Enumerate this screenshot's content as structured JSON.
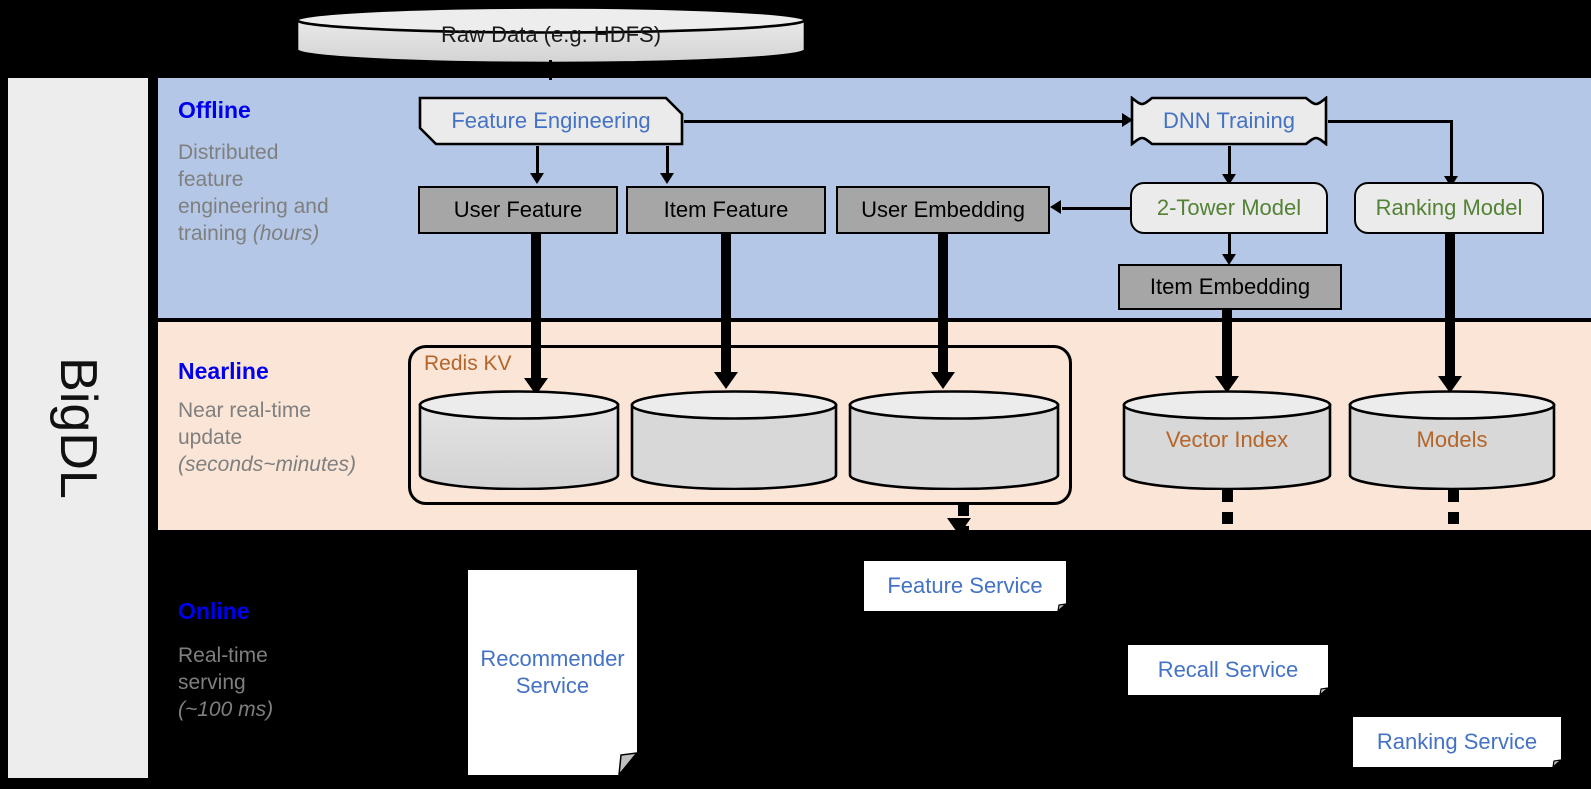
{
  "framework": {
    "name": "BigDL"
  },
  "source": {
    "label": "Raw Data (e.g. HDFS)"
  },
  "stages": [
    {
      "id": "offline",
      "heading": "Offline",
      "description_line1": "Distributed",
      "description_line2": "feature",
      "description_line3": "engineering and",
      "description_line4": "training ",
      "description_emphasis": "(hours)",
      "band_color": "#b4c7e7"
    },
    {
      "id": "nearline",
      "heading": "Nearline",
      "description_line1": "Near real-time",
      "description_line2": "update",
      "description_emphasis": "(seconds~minutes)",
      "band_color": "#fbe5d6"
    },
    {
      "id": "online",
      "heading": "Online",
      "description_line1": "Real-time",
      "description_line2": "serving",
      "description_emphasis": "(~100 ms)",
      "band_color": "#000000"
    }
  ],
  "offline_nodes": {
    "feature_engineering": "Feature Engineering",
    "dnn_training": "DNN Training",
    "user_feature": "User Feature",
    "item_feature": "Item Feature",
    "user_embedding": "User Embedding",
    "two_tower_model": "2-Tower Model",
    "ranking_model": "Ranking Model",
    "item_embedding": "Item Embedding"
  },
  "nearline_nodes": {
    "redis_kv": "Redis KV",
    "store_1": "",
    "store_2": "",
    "store_3": "",
    "vector_index": "Vector Index",
    "models": "Models"
  },
  "online_nodes": {
    "recommender_service_line1": "Recommender",
    "recommender_service_line2": "Service",
    "feature_service": "Feature Service",
    "recall_service": "Recall Service",
    "ranking_service": "Ranking Service"
  },
  "colors": {
    "stage_heading": "#0000ee",
    "stage_description": "#7f7f7f",
    "offline_band": "#b4c7e7",
    "nearline_band": "#fbe5d6",
    "online_band": "#000000",
    "data_box": "#a6a6a6",
    "process_box": "#ebebeb",
    "blue_text": "#4472c4",
    "green_text": "#548235",
    "orange_text": "#b4652a"
  }
}
